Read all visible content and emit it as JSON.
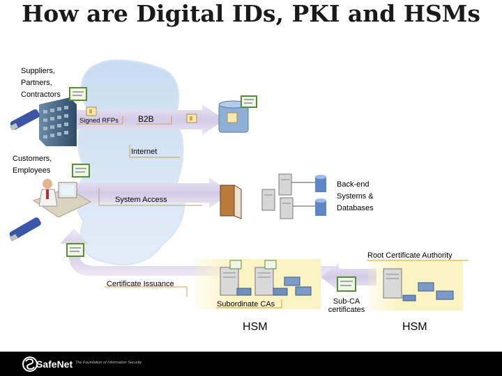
{
  "title": "How are Digital IDs, PKI and HSMs",
  "labels": {
    "suppliers": [
      "Suppliers,",
      "Partners,",
      "Contractors"
    ],
    "customers": [
      "Customers,",
      "Employees"
    ],
    "signed_rfps": "Signed RFPs",
    "b2b": "B2B",
    "internet": "Internet",
    "system_access": "System Access",
    "backend": [
      "Back-end",
      "Systems &",
      "Databases"
    ],
    "root_ca": "Root Certificate Authority",
    "certificate_issuance": "Certificate Issuance",
    "subordinate_cas": "Subordinate CAs",
    "sub_ca_certs": [
      "Sub-CA",
      "certificates"
    ],
    "hsm_left": "HSM",
    "hsm_right": "HSM"
  },
  "footer": {
    "brand": "SafeNet",
    "tagline": "The Foundation of Information Security"
  },
  "colors": {
    "arrow_fill": "#d9d2ea",
    "cloud": "#d4e4f4",
    "highlight": "#fbf3c4",
    "footer": "#000000"
  }
}
